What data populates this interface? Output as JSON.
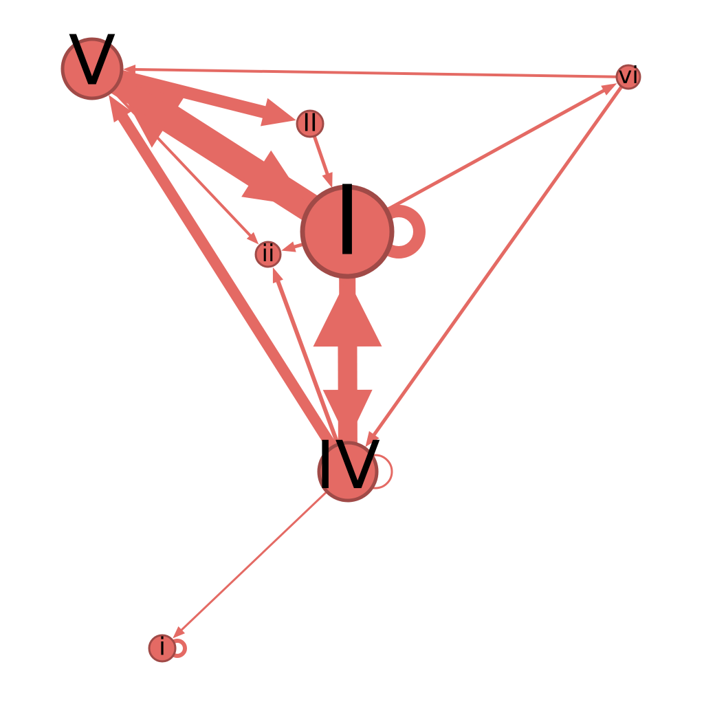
{
  "colors": {
    "node_fill": "#e46a64",
    "node_stroke": "#a04a47",
    "edge": "#e46a64",
    "label": "#000000",
    "background": "#ffffff"
  },
  "nodes": [
    {
      "id": "I",
      "label": "I"
    },
    {
      "id": "V",
      "label": "V"
    },
    {
      "id": "IV",
      "label": "IV"
    },
    {
      "id": "II",
      "label": "II"
    },
    {
      "id": "ii",
      "label": "ii"
    },
    {
      "id": "vi",
      "label": "vi"
    },
    {
      "id": "i",
      "label": "i"
    }
  ],
  "edges": [
    {
      "from": "I",
      "to": "V"
    },
    {
      "from": "V",
      "to": "I"
    },
    {
      "from": "V",
      "to": "II"
    },
    {
      "from": "II",
      "to": "I"
    },
    {
      "from": "I",
      "to": "IV"
    },
    {
      "from": "IV",
      "to": "I"
    },
    {
      "from": "IV",
      "to": "V"
    },
    {
      "from": "V",
      "to": "ii"
    },
    {
      "from": "I",
      "to": "ii"
    },
    {
      "from": "IV",
      "to": "ii"
    },
    {
      "from": "vi",
      "to": "V"
    },
    {
      "from": "I",
      "to": "vi"
    },
    {
      "from": "vi",
      "to": "IV"
    },
    {
      "from": "IV",
      "to": "i"
    }
  ],
  "self_loops": [
    "I",
    "IV",
    "i"
  ]
}
